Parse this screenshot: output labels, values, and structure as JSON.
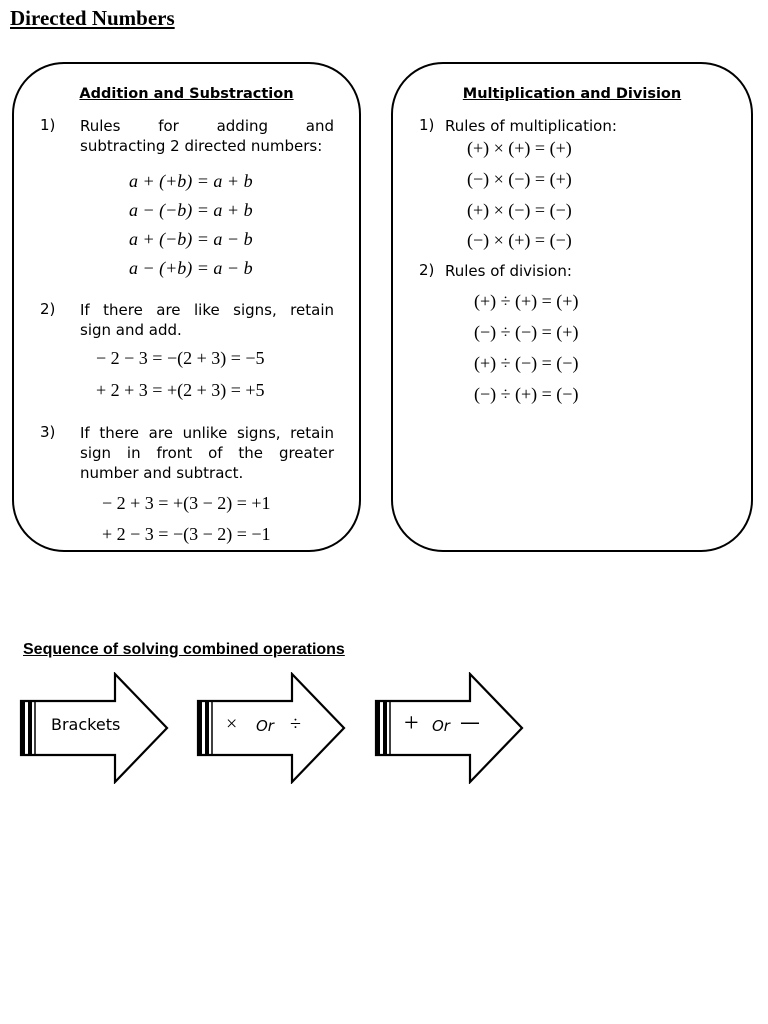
{
  "page_title": "Directed Numbers",
  "left_card": {
    "heading": "Addition and Substraction",
    "rule1": {
      "num": "1)",
      "line1": "Rules for adding and",
      "line2": "subtracting 2 directed numbers:",
      "equations": [
        "a + (+b) = a + b",
        "a − (−b) = a + b",
        "a + (−b) = a − b",
        "a − (+b) = a − b"
      ]
    },
    "rule2": {
      "num": "2)",
      "line1": "If there are like signs, retain",
      "line2": "sign and add.",
      "equations": [
        "− 2 − 3 = −(2 + 3) = −5",
        "+ 2 + 3 = +(2 + 3) = +5"
      ]
    },
    "rule3": {
      "num": "3)",
      "line1": "If there are unlike signs, retain",
      "line2": "sign in front of the greater",
      "line3": "number and subtract.",
      "equations": [
        "− 2 + 3 = +(3 − 2) = +1",
        "+ 2 − 3 = −(3 − 2) = −1"
      ]
    }
  },
  "right_card": {
    "heading": "Multiplication and Division",
    "rule1": {
      "num": "1)",
      "text": "Rules of multiplication:",
      "equations": [
        "(+) × (+) = (+)",
        "(−) × (−) = (+)",
        "(+) × (−) = (−)",
        "(−) × (+) = (−)"
      ]
    },
    "rule2": {
      "num": "2)",
      "text": "Rules of division:",
      "equations": [
        "(+) ÷ (+) = (+)",
        "(−) ÷ (−) = (+)",
        "(+) ÷ (−) = (−)",
        "(−) ÷ (+) = (−)"
      ]
    }
  },
  "sequence": {
    "title": "Sequence of solving combined operations",
    "steps": [
      {
        "label": "Brackets"
      },
      {
        "label_a": "×",
        "or": "Or",
        "label_b": "÷"
      },
      {
        "label_a": "+",
        "or": "Or",
        "label_b": "—"
      }
    ]
  }
}
